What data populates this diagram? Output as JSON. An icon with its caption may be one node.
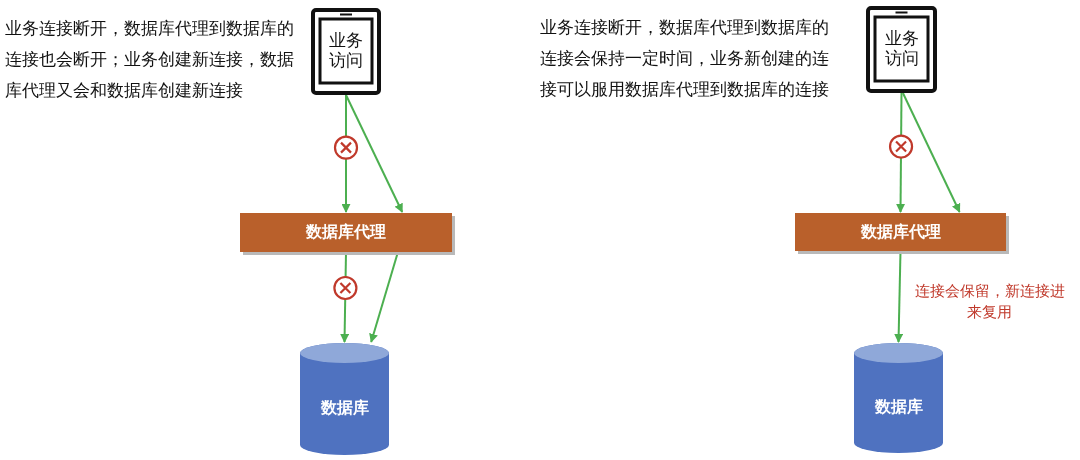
{
  "diagram": {
    "nodes": [
      {
        "text": [
          "业务访问"
        ]
      },
      {
        "text": [
          "数据库代理"
        ]
      },
      {
        "text": [
          "数据库"
        ]
      },
      {
        "text": [
          "业务访问"
        ]
      },
      {
        "text": [
          "数据库代理"
        ]
      },
      {
        "text": [
          "数据库"
        ]
      }
    ],
    "edges": [
      {
        "from": 0,
        "to": 1,
        "arrow": "to"
      },
      {
        "from": 0,
        "to": 1,
        "arrow": "to"
      },
      {
        "from": 1,
        "to": 2,
        "arrow": "to"
      },
      {
        "from": 1,
        "to": 2,
        "arrow": "to"
      },
      {
        "from": 3,
        "to": 4,
        "arrow": "to"
      },
      {
        "from": 3,
        "to": 4,
        "arrow": "to"
      },
      {
        "from": 4,
        "to": 5,
        "arrow": "to",
        "label": "连接会保留，新连接进来复用"
      }
    ],
    "labels": [
      "业务连接断开，数据库代理到数据库的连接也会断开；业务创建新连接，数据库代理又会和数据库创建新连接",
      "业务连接断开，数据库代理到数据库的连接会保持一定时间，业务新创建的连接可以服用数据库代理到数据库的连接"
    ]
  }
}
